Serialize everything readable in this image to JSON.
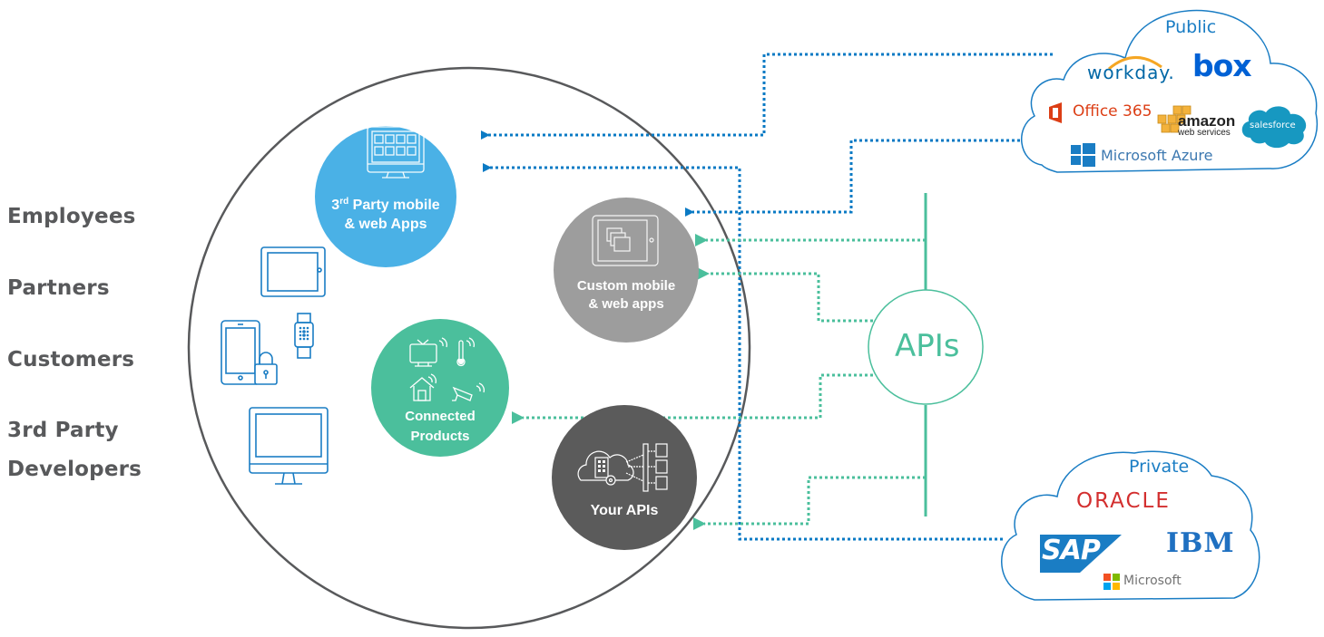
{
  "audiences": [
    "Employees",
    "Partners",
    "Customers",
    "3rd Party",
    "Developers"
  ],
  "nodes": {
    "third_party": {
      "line1_prefix": "3",
      "line1_sup": "rd",
      "line1_rest": " Party mobile",
      "line2": "& web Apps",
      "color": "#4ab1e6"
    },
    "custom": {
      "line1": "Custom mobile",
      "line2": "& web apps",
      "color": "#9d9d9d"
    },
    "connected": {
      "line1": "Connected",
      "line2": "Products",
      "color": "#4bbf9c"
    },
    "your_apis": {
      "line1": "Your APIs",
      "color": "#5b5b5b"
    }
  },
  "apis_hub": {
    "label": "APIs",
    "color": "#4bbf9c"
  },
  "public_cloud": {
    "title": "Public",
    "logos": [
      "workday.",
      "box",
      "Office 365",
      "amazon",
      "web services",
      "salesforce",
      "Microsoft Azure"
    ]
  },
  "private_cloud": {
    "title": "Private",
    "logos": [
      "ORACLE",
      "SAP",
      "IBM",
      "Microsoft"
    ]
  },
  "colors": {
    "blue_connector": "#0a7ac4",
    "green_connector": "#4bbf9c",
    "outline_blue": "#1a7dc4",
    "boundary": "#58595b"
  }
}
